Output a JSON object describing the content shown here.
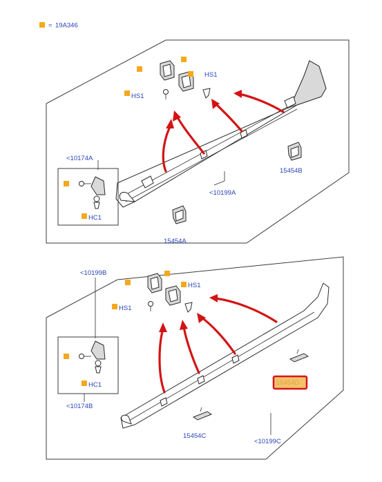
{
  "legend": {
    "equals": "=",
    "code": "19A346"
  },
  "labels": {
    "hs1_top_left": "HS1",
    "hs1_top_right": "HS1",
    "ref_10174a": "<10174A",
    "hc1_top": "HC1",
    "ref_10199a": "<10199A",
    "part_15454b": "15454B",
    "part_15454a": "15454A",
    "ref_10199b": "<10199B",
    "hs1_bottom_left": "HS1",
    "hs1_bottom_right": "HS1",
    "hc1_bottom": "HC1",
    "ref_10174b": "<10174B",
    "part_15454d": "15454D",
    "part_15454c": "15454C",
    "ref_10199c": "<10199C"
  },
  "colors": {
    "label_blue": "#2742b8",
    "marker_orange": "#f4a81d",
    "arrow_red": "#d31414",
    "highlight_border": "#d8141a"
  }
}
